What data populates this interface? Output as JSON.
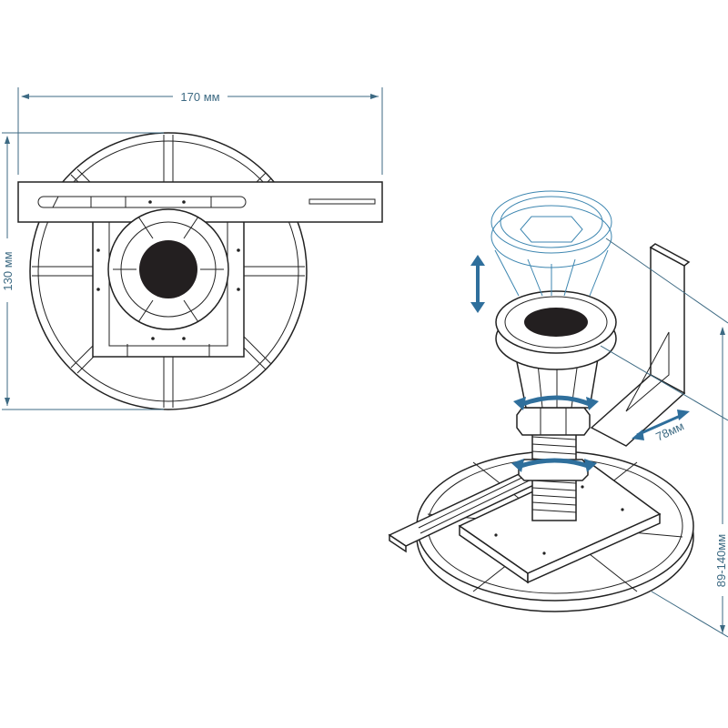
{
  "dimensions": {
    "width_label": "170 мм",
    "height_label": "130 мм",
    "bracket_label": "78мм",
    "range_label": "89-140мм"
  },
  "colors": {
    "dimension": "#3d6a83",
    "arrow": "#2f6f9c",
    "ghost": "#3d86b0",
    "line": "#222222",
    "hole": "#231f20"
  },
  "icons": {
    "vertical_arrow": "up-down-arrow-icon",
    "rotation_arrow_upper": "rotate-arrow-icon",
    "rotation_arrow_lower": "rotate-arrow-icon"
  }
}
